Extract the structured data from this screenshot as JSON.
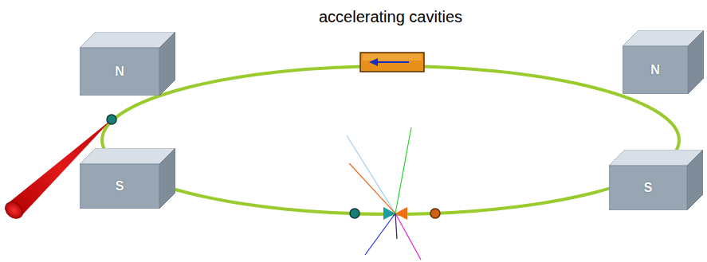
{
  "diagram": {
    "nodes": [
      {
        "text": [
          "N"
        ]
      },
      {
        "text": [
          "N"
        ]
      },
      {
        "text": [
          "S"
        ]
      },
      {
        "text": [
          "S"
        ]
      }
    ],
    "labels": [
      "accelerating cavities"
    ]
  }
}
